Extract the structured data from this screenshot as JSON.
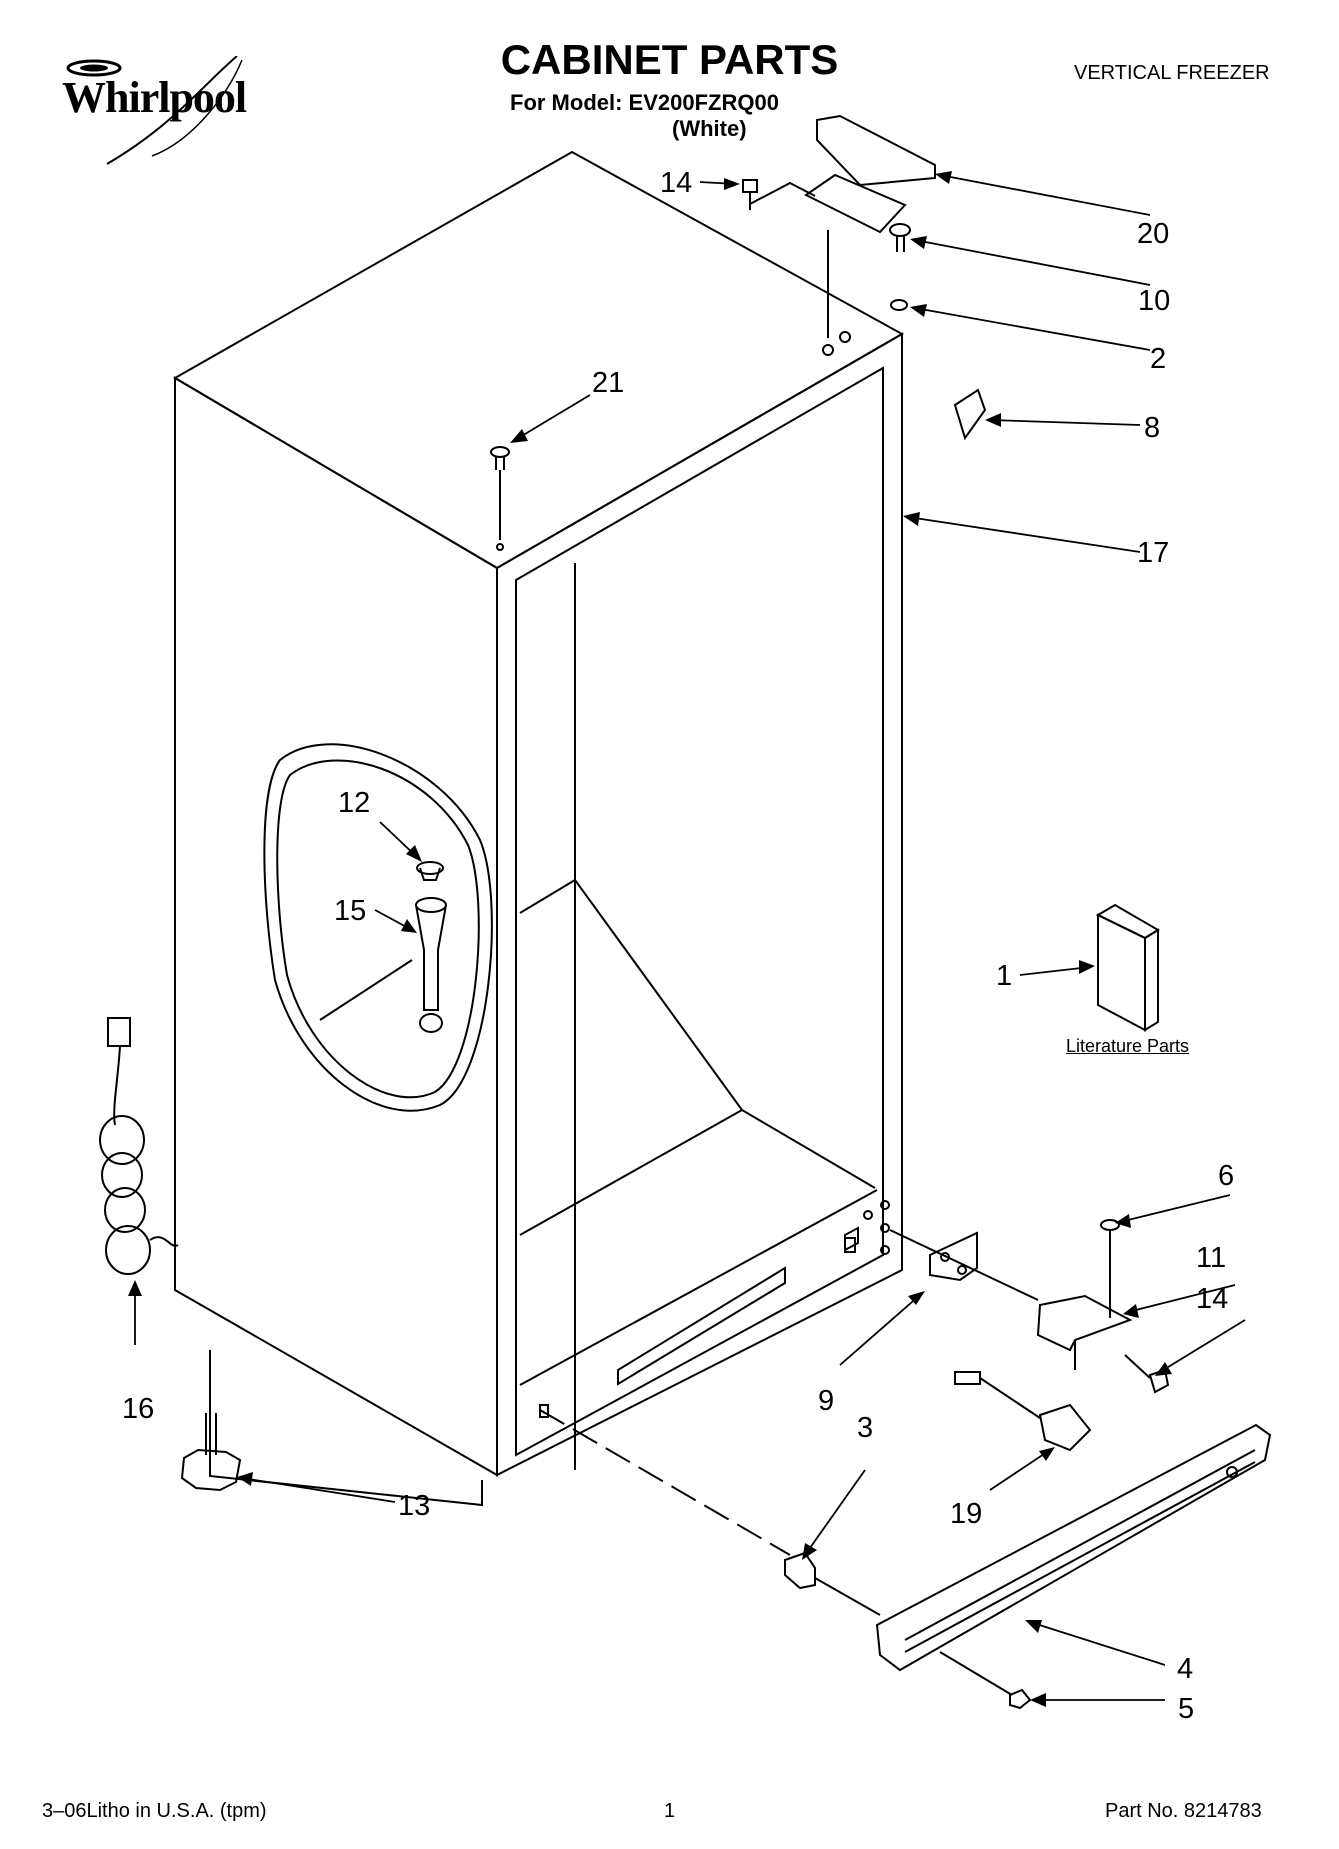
{
  "header": {
    "brand": "Whirlpool",
    "title": "CABINET PARTS",
    "model_line": "For Model: EV200FZRQ00",
    "color_line": "(White)",
    "category": "VERTICAL FREEZER"
  },
  "labels": {
    "literature": "Literature Parts"
  },
  "callouts": [
    {
      "id": "c14a",
      "text": "14"
    },
    {
      "id": "c20",
      "text": "20"
    },
    {
      "id": "c10",
      "text": "10"
    },
    {
      "id": "c2",
      "text": "2"
    },
    {
      "id": "c21",
      "text": "21"
    },
    {
      "id": "c8",
      "text": "8"
    },
    {
      "id": "c17",
      "text": "17"
    },
    {
      "id": "c12",
      "text": "12"
    },
    {
      "id": "c15",
      "text": "15"
    },
    {
      "id": "c1",
      "text": "1"
    },
    {
      "id": "c6",
      "text": "6"
    },
    {
      "id": "c11",
      "text": "11"
    },
    {
      "id": "c14b",
      "text": "14"
    },
    {
      "id": "c16",
      "text": "16"
    },
    {
      "id": "c9",
      "text": "9"
    },
    {
      "id": "c3",
      "text": "3"
    },
    {
      "id": "c19",
      "text": "19"
    },
    {
      "id": "c13",
      "text": "13"
    },
    {
      "id": "c4",
      "text": "4"
    },
    {
      "id": "c5",
      "text": "5"
    }
  ],
  "footer": {
    "left": "3–06Litho in U.S.A. (tpm)",
    "page": "1",
    "part_no": "Part No. 8214783"
  }
}
